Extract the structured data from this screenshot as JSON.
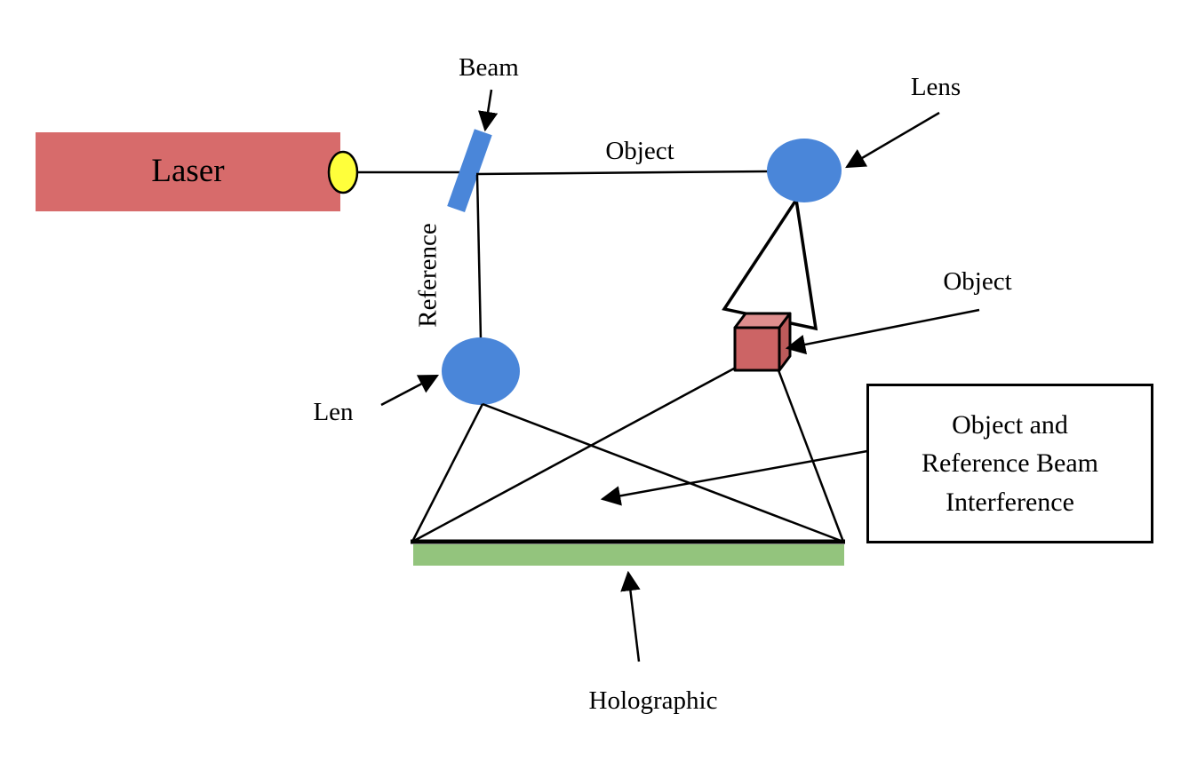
{
  "diagram": {
    "title_hint": "Holography recording setup",
    "labels": {
      "laser": "Laser",
      "beam_splitter": "Beam",
      "object_beam": "Object",
      "lens_top": "Lens",
      "reference_beam": "Reference",
      "lens_left": "Len",
      "object_cube": "Object",
      "holographic_plate": "Holographic",
      "interference_box_line1": "Object and",
      "interference_box_line2": "Reference Beam",
      "interference_box_line3": "Interference"
    },
    "colors": {
      "laser_body": "#D76B6B",
      "laser_aperture": "#FFFF3B",
      "beam_splitter": "#4A86D9",
      "lens": "#4A86D9",
      "plate": "#93C47D",
      "cube_front": "#CC6465",
      "cube_top": "#DE8E8E",
      "cube_right": "#BD5A5A",
      "outline": "#000000",
      "box_background": "#FFFFFF"
    }
  }
}
